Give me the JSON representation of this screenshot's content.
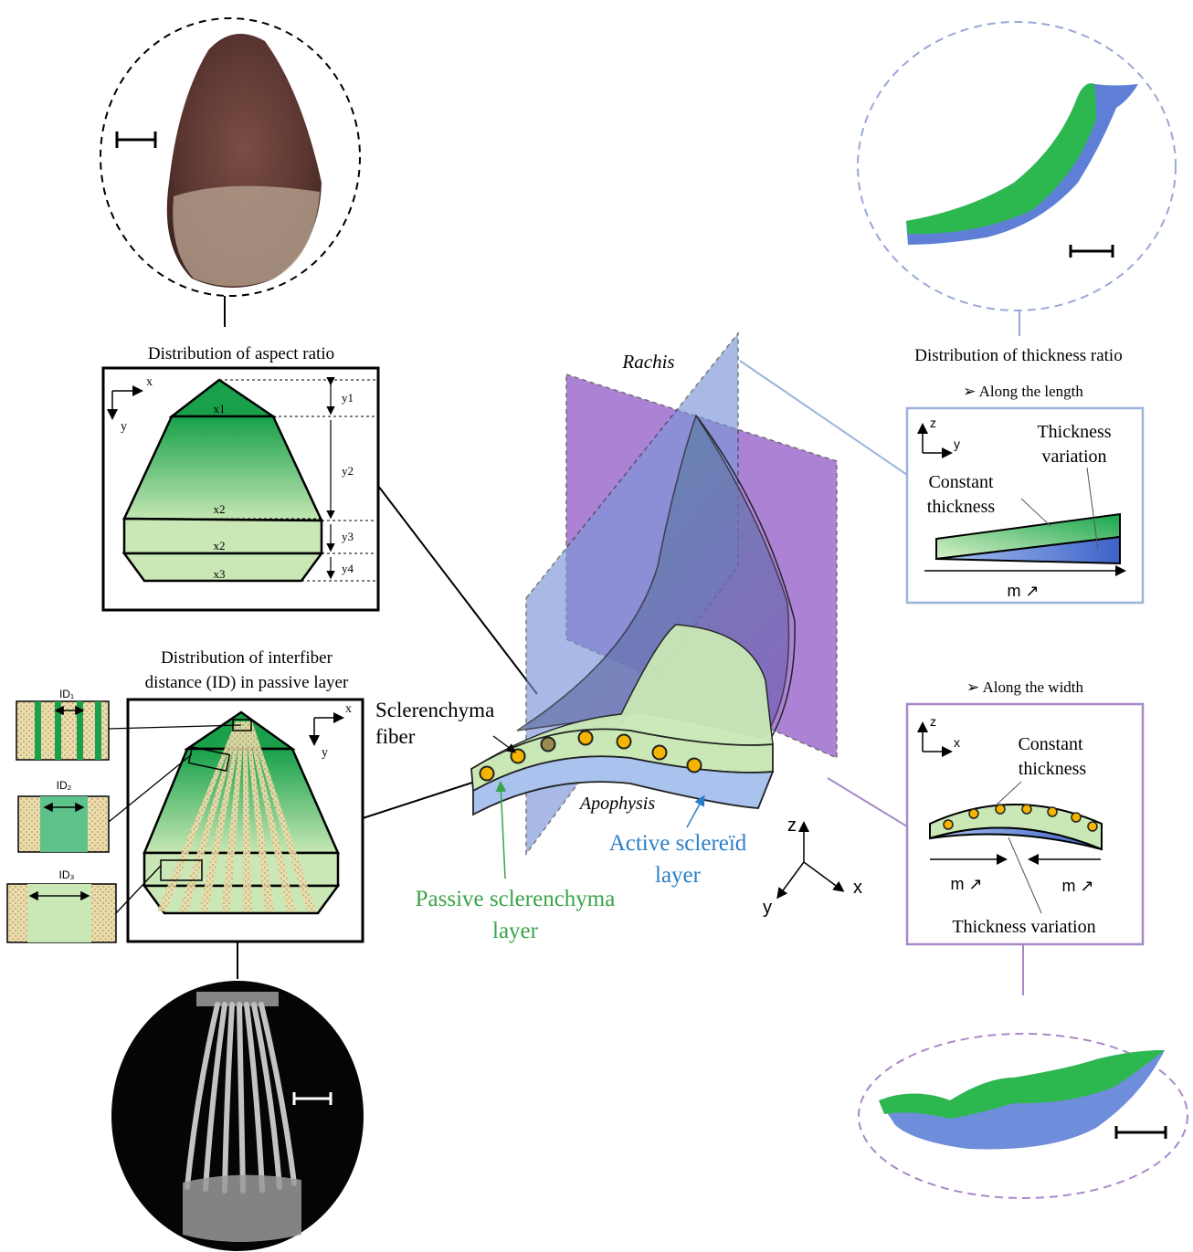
{
  "aspect_panel": {
    "title": "Distribution of aspect ratio",
    "axis_x": "x",
    "axis_y": "y",
    "x_labels": [
      "x1",
      "x2",
      "x2",
      "x3"
    ],
    "y_labels": [
      "y1",
      "y2",
      "y3",
      "y4"
    ]
  },
  "interfiber_panel": {
    "title_line1": "Distribution of interfiber",
    "title_line2": "distance (ID) in passive layer",
    "axis_x": "x",
    "axis_y": "y",
    "insets": [
      "ID₁",
      "ID₂",
      "ID₃"
    ]
  },
  "center": {
    "rachis": "Rachis",
    "apophysis": "Apophysis",
    "sclerenchyma_fiber_line1": "Sclerenchyma",
    "sclerenchyma_fiber_line2": "fiber",
    "active_line1": "Active sclereïd",
    "active_line2": "layer",
    "passive_line1": "Passive sclerenchyma",
    "passive_line2": "layer",
    "axis_x": "x",
    "axis_y": "y",
    "axis_z": "z"
  },
  "thickness_panel": {
    "title": "Distribution of thickness ratio",
    "length_heading": "➢ Along the length",
    "length_axis_z": "z",
    "length_axis_y": "y",
    "length_constant_line1": "Constant",
    "length_constant_line2": "thickness",
    "length_variation_line1": "Thickness",
    "length_variation_line2": "variation",
    "length_m": "m ↗",
    "width_heading": "➢ Along the width",
    "width_axis_z": "z",
    "width_axis_x": "x",
    "width_constant_line1": "Constant",
    "width_constant_line2": "thickness",
    "width_m_left": "m ↗",
    "width_m_right": "m ↗",
    "width_variation": "Thickness variation"
  },
  "colors": {
    "passive_green": "#1fa64a",
    "light_green": "#c9e8b6",
    "active_blue": "#5f7fd6",
    "rachis_purple": "#8a4fc2",
    "plane_blue": "#7b95d8",
    "fiber_yellow": "#f5b400",
    "label_green": "#3aa34a",
    "label_blue": "#2a7fc7"
  }
}
